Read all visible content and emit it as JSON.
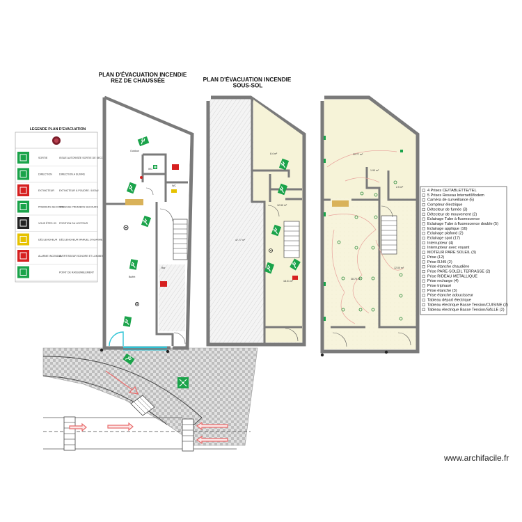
{
  "titles": {
    "ground_floor_1": "PLAN D'ÉVACUATION INCENDIE",
    "ground_floor_2": "REZ DE CHAUSSÉE",
    "basement_1": "PLAN D'ÉVACUATION INCENDIE",
    "basement_2": "SOUS-SOL"
  },
  "legend_title": "LEGENDE PLAN D'EVACUATION",
  "legend_rows": [
    {
      "icon": "exit-sign-icon",
      "color": "#1aa34a",
      "name": "SORTIE",
      "desc": "ISSUE AUTORISÉE SORTIE DE SECOURS"
    },
    {
      "icon": "arrow-down-icon",
      "color": "#1aa34a",
      "name": "DIRECTION",
      "desc": "DIRECTION A SUIVRE"
    },
    {
      "icon": "extinguisher-icon",
      "color": "#d62020",
      "name": "EXTINCTEUR",
      "desc": "EXTINCTEUR À POUDRE / À EAU"
    },
    {
      "icon": "first-aid-icon",
      "color": "#1aa34a",
      "name": "PREMIERS SECOURS",
      "desc": "TROUSSE PREMIERS SECOURS"
    },
    {
      "icon": "you-are-here-icon",
      "color": "#222222",
      "name": "VOUS ÊTES ICI",
      "desc": "POSITION DU LECTEUR"
    },
    {
      "icon": "alarm-button-icon",
      "color": "#e6c200",
      "name": "DÉCLENCHEUR",
      "desc": "DÉCLENCHEUR MANUEL D'ALARME"
    },
    {
      "icon": "fire-alarm-icon",
      "color": "#d62020",
      "name": "ALARME INCENDIE",
      "desc": "AVERTISSEUR SONORE ET LUMINEUX"
    },
    {
      "icon": "assembly-point-icon",
      "color": "#1aa34a",
      "name": "",
      "desc": "POINT DE RASSEMBLEMENT"
    }
  ],
  "rooms": {
    "outdoor": "Outdoor",
    "wc1": "WC",
    "wc2": "WC",
    "bar": "Bar",
    "buffet": "Buffet",
    "sous_sol_main": "47.77 m²",
    "sous_sol_room1": "8.4 m²",
    "sous_sol_room2": "18.01 m²",
    "sous_sol_room3": "12.50 m²",
    "r_top": "20.77 m²",
    "r_small1": "1.90 m²",
    "r_small2": "2.5 m²",
    "r_main": "38.70 m²",
    "r_side": "12.00 m²"
  },
  "electric_legend": [
    "4 Prises CE/TABLETTE/TEL",
    "5 Prises Reseau Internet/Modem",
    "Caméra de surveillance (5)",
    "Compteur électrique",
    "Détecteur de fumée (3)",
    "Détecteur de mouvement (2)",
    "Eclairage Tube à fluorescence",
    "Eclairage Tube à fluorescence double (5)",
    "Eclairage applique (16)",
    "Eclairage plafond (2)",
    "Eclairage spot (17)",
    "Interrupteur (4)",
    "Interrupteur avec voyant",
    "MOTEUR PARE SOLEIL (3)",
    "Prise (12)",
    "Prise  RJ45 (2)",
    "Prise  étanche chaudière",
    "Prise PARE-SOLEIL TERRASSE (2)",
    "Prise RIDEAU METALLIQUE",
    "Prise recharge    (4)",
    "Prise triphasé",
    "Prise étanche  (3)",
    "Prise étanche adoucisseur",
    "Tableau départ électrique",
    "Tableau électrique Basse Tension/CUISINE (2)",
    "Tableau électrique Basse Tension/SALLE (2)"
  ],
  "watermark": "www.archifacile.fr",
  "colors": {
    "wall": "#7a7a7a",
    "safety_green": "#1aa34a",
    "fire_red": "#d62020",
    "evac_arrow": "#e86b6b",
    "floor_cream": "#f6f3d8",
    "door_cyan": "#2ec4d6",
    "terrace_gray": "#c8c8c8",
    "bar_counter": "#d9b25a"
  }
}
